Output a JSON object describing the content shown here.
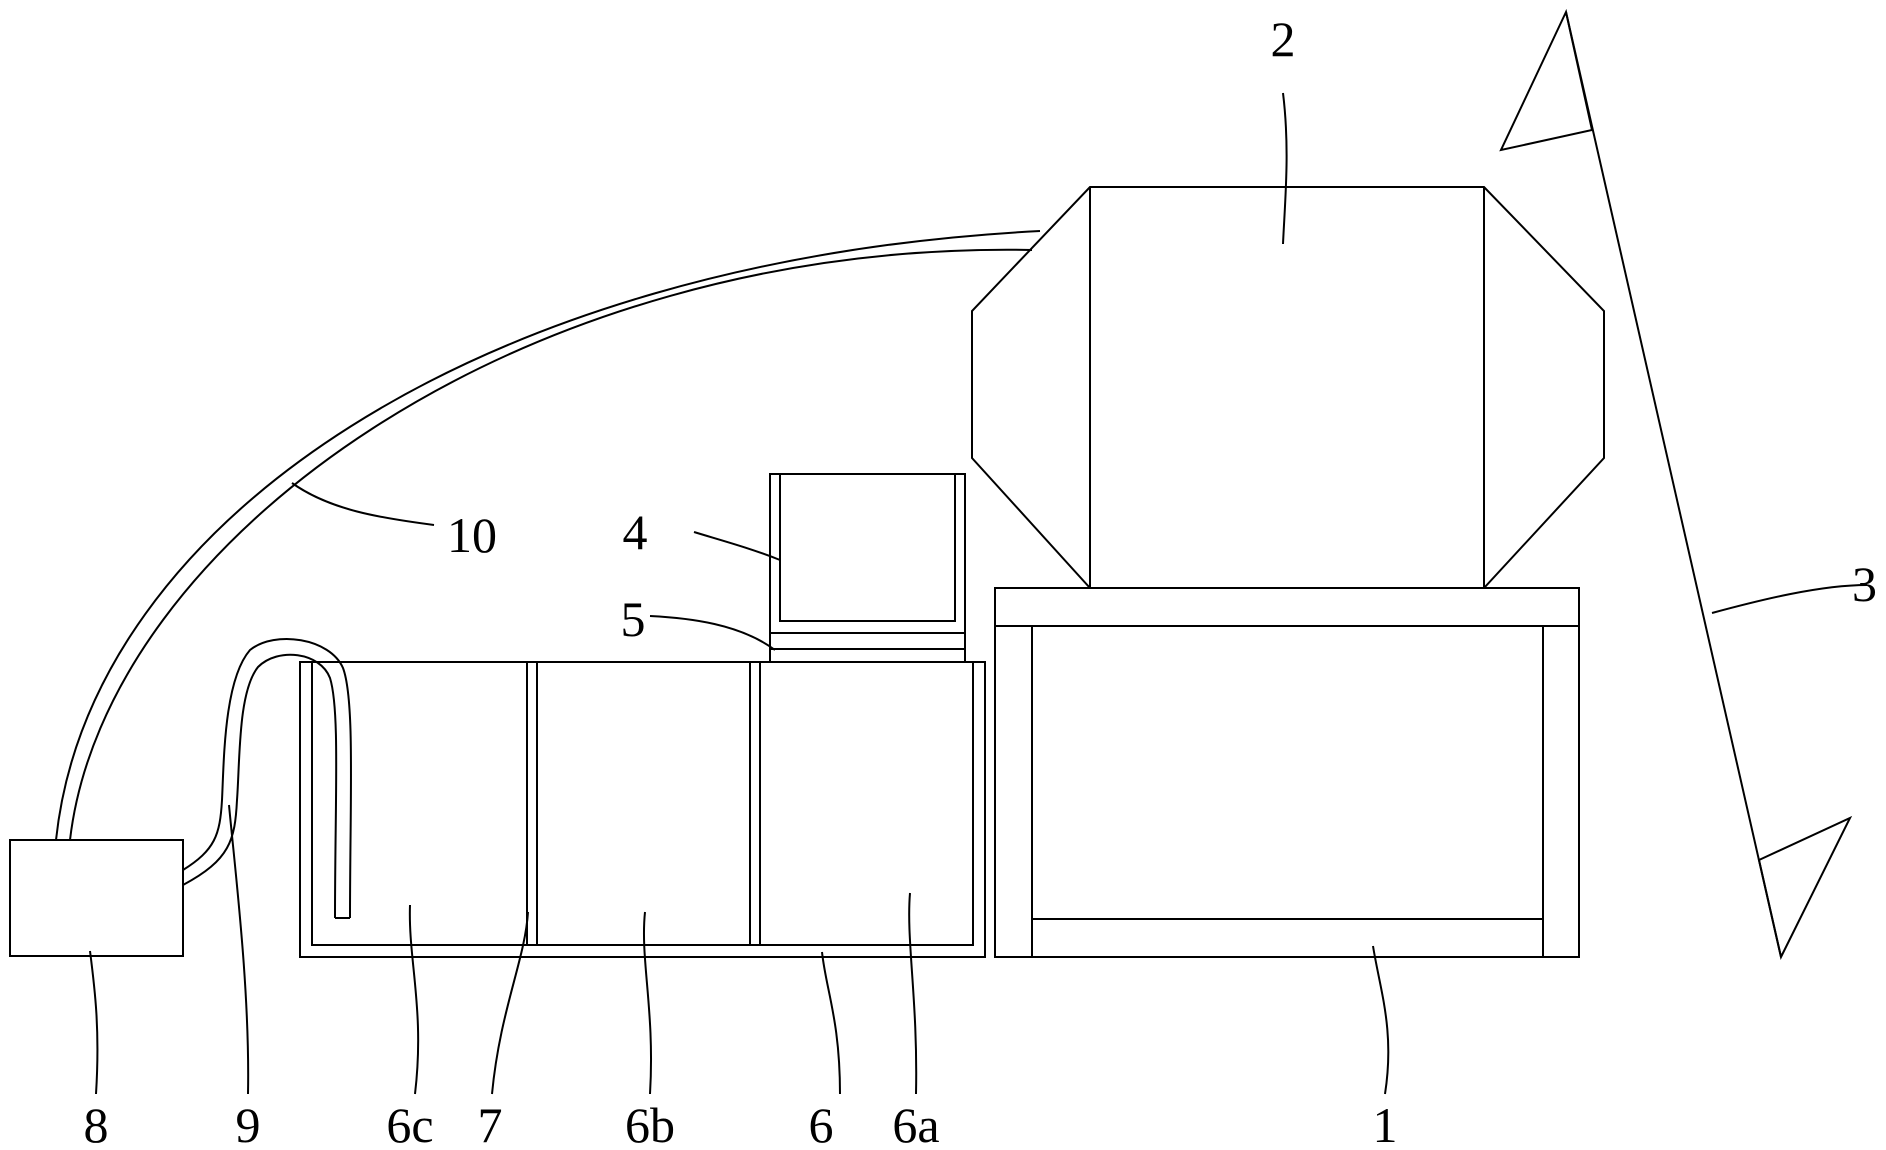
{
  "labels": {
    "l1": "1",
    "l2": "2",
    "l3": "3",
    "l4": "4",
    "l5": "5",
    "l6": "6",
    "l6a": "6a",
    "l6b": "6b",
    "l6c": "6c",
    "l7": "7",
    "l8": "8",
    "l9": "9",
    "l10": "10"
  },
  "colors": {
    "line": "#000000",
    "background": "#ffffff"
  }
}
